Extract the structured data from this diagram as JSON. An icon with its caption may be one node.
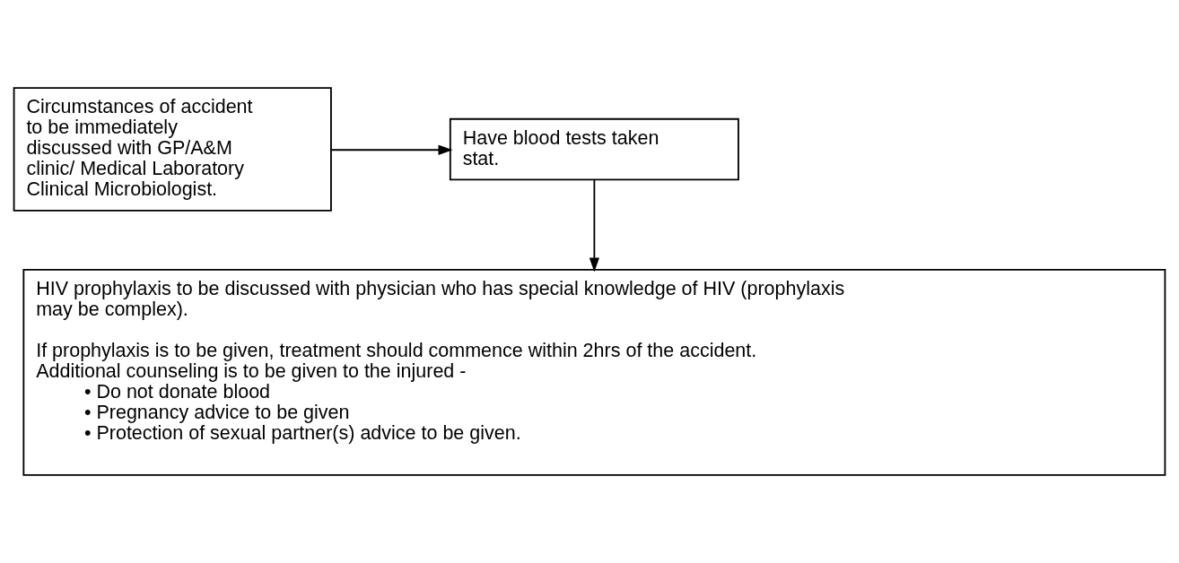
{
  "diagram": {
    "nodes": [
      {
        "text": [
          "Circumstances of accident to be immediately discussed with GP/A&M clinic/ Medical Laboratory Clinical Microbiologist."
        ]
      },
      {
        "text": [
          "Have blood tests taken stat."
        ]
      },
      {
        "text": [
          "HIV prophylaxis to be discussed with physician who has special knowledge of HIV (prophylaxis may be complex).",
          "If prophylaxis is to be given, treatment should commence within 2hrs of the accident.",
          "Additional counseling is to be given to the injured -",
          "• Do not donate blood",
          "• Pregnancy advice to be given",
          "• Protection of sexual partner(s) advice to be given."
        ]
      }
    ],
    "edges": [
      {
        "from": 0,
        "to": 1,
        "arrow": "to"
      },
      {
        "from": 1,
        "to": 2,
        "arrow": "to"
      }
    ]
  }
}
